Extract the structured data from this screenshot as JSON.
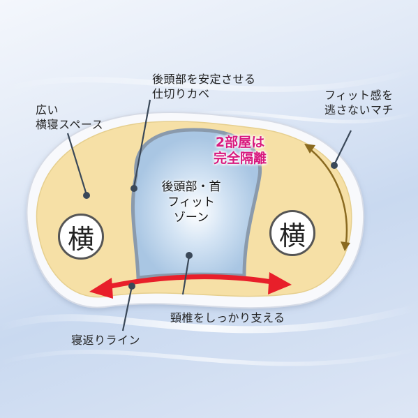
{
  "labels": {
    "side_space": "広い\n横寝スペース",
    "divider_wall": "後頭部を安定させる\n仕切りカベ",
    "gusset": "フィット感を\n逃さないマチ",
    "separated_rooms": "2部屋は\n完全隔離",
    "fit_zone": "後頭部・首\nフィット\nゾーン",
    "side_left": "横",
    "side_right": "横",
    "neck_support": "頸椎をしっかり支える",
    "roll_line": "寝返りライン"
  },
  "colors": {
    "outer_pillow": "#f8f9fc",
    "side_section": "#f6e0a6",
    "center_zone": "#a9c6e3",
    "divider_border": "#8a9aac",
    "arrow_red": "#e81f2a",
    "gusset_arrow": "#8a6a20",
    "pink_text": "#d8197e",
    "pointer_dot": "#3a4858"
  }
}
